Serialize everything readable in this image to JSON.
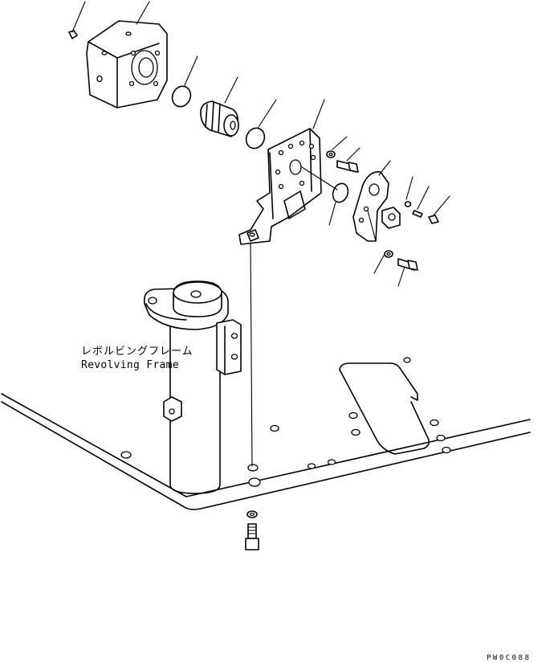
{
  "labels": {
    "frame_jp": "レボルビングフレーム",
    "frame_en": "Revolving Frame"
  },
  "drawing_code": "PW0C088"
}
